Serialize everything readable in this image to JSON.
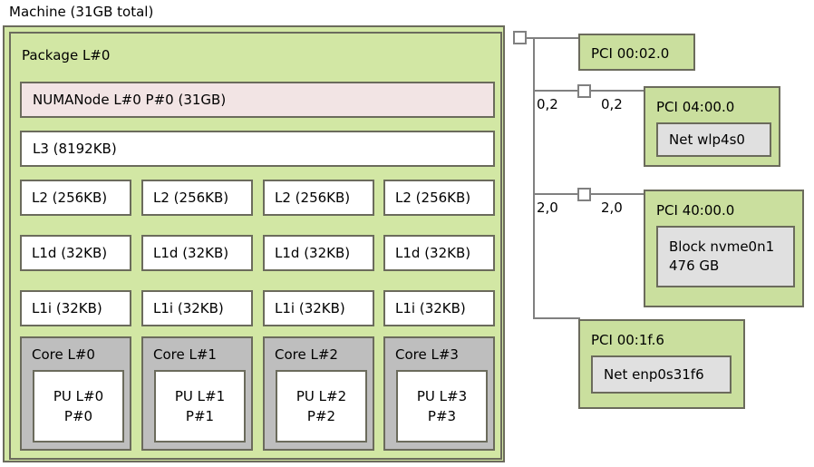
{
  "machine": {
    "label": "Machine (31GB total)",
    "package": {
      "label": "Package L#0",
      "numanode": {
        "label": "NUMANode L#0 P#0 (31GB)"
      },
      "l3": {
        "label": "L3 (8192KB)"
      },
      "l2": [
        {
          "label": "L2 (256KB)"
        },
        {
          "label": "L2 (256KB)"
        },
        {
          "label": "L2 (256KB)"
        },
        {
          "label": "L2 (256KB)"
        }
      ],
      "l1d": [
        {
          "label": "L1d (32KB)"
        },
        {
          "label": "L1d (32KB)"
        },
        {
          "label": "L1d (32KB)"
        },
        {
          "label": "L1d (32KB)"
        }
      ],
      "l1i": [
        {
          "label": "L1i (32KB)"
        },
        {
          "label": "L1i (32KB)"
        },
        {
          "label": "L1i (32KB)"
        },
        {
          "label": "L1i (32KB)"
        }
      ],
      "cores": [
        {
          "label": "Core L#0",
          "pu": {
            "line1": "PU L#0",
            "line2": "P#0"
          }
        },
        {
          "label": "Core L#1",
          "pu": {
            "line1": "PU L#1",
            "line2": "P#1"
          }
        },
        {
          "label": "Core L#2",
          "pu": {
            "line1": "PU L#2",
            "line2": "P#2"
          }
        },
        {
          "label": "Core L#3",
          "pu": {
            "line1": "PU L#3",
            "line2": "P#3"
          }
        }
      ]
    }
  },
  "io_tree": {
    "branches": [
      {
        "pci_label": "PCI 00:02.0",
        "bw_left": "",
        "bw_right": "",
        "has_bridge_square": false,
        "osdev": null
      },
      {
        "pci_label": "PCI 04:00.0",
        "bw_left": "0,2",
        "bw_right": "0,2",
        "has_bridge_square": true,
        "osdev": {
          "line1": "Net wlp4s0",
          "line2": ""
        }
      },
      {
        "pci_label": "PCI 40:00.0",
        "bw_left": "2,0",
        "bw_right": "2,0",
        "has_bridge_square": true,
        "osdev": {
          "line1": "Block nvme0n1",
          "line2": "476 GB"
        }
      },
      {
        "pci_label": "PCI 00:1f.6",
        "bw_left": "",
        "bw_right": "",
        "has_bridge_square": false,
        "osdev": {
          "line1": "Net enp0s31f6",
          "line2": ""
        }
      }
    ]
  },
  "colors": {
    "machine_bg": "#d2e7a4",
    "package_bg": "#d2e7a4",
    "numanode_bg": "#f2e4e4",
    "cache_bg": "#ffffff",
    "core_bg": "#bebebe",
    "pu_bg": "#ffffff",
    "pci_bg": "#cadf9e",
    "osdev_bg": "#e0e0e0",
    "border": "#6b6b5c",
    "tree_line": "#808080"
  }
}
